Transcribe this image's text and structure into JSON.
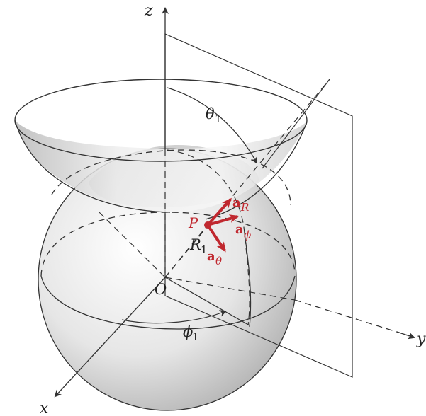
{
  "labels": {
    "z": "z",
    "y": "y",
    "x": "x",
    "origin": "O",
    "point": "P",
    "theta": "θ",
    "theta_sub": "1",
    "phi": "ϕ",
    "phi_sub": "1",
    "radius": "R",
    "radius_sub": "1",
    "vec": "a",
    "vec_r_sub": "R",
    "vec_phi_sub": "ϕ",
    "vec_theta_sub": "θ"
  },
  "colors": {
    "lines": "#222222",
    "vectors": "#c0282f",
    "sphere_shade": "#bdbdbd",
    "cone_shade": "#c9c9c9"
  }
}
